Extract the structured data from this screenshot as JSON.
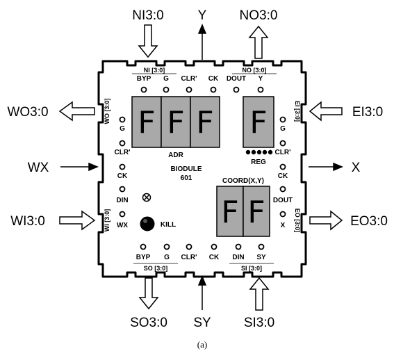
{
  "colors": {
    "ink": "#000000",
    "board": "#ffffff",
    "display": "#a9a9a9"
  },
  "signals": {
    "ni": "NI3:0",
    "y": "Y",
    "no": "NO3:0",
    "wo": "WO3:0",
    "ei": "EI3:0",
    "wx": "WX",
    "x": "X",
    "wi": "WI3:0",
    "eo": "EO3:0",
    "so": "SO3:0",
    "sy": "SY",
    "si": "SI3:0"
  },
  "board": {
    "name_line1": "BIODULE",
    "name_line2": "601",
    "adr_label": "ADR",
    "reg_label": "REG",
    "coord_label": "COORD(X,Y)",
    "kill_label": "KILL",
    "adr_digits": [
      "F",
      "F",
      "F"
    ],
    "reg_digit": "F",
    "coord_digits": [
      "F",
      "F"
    ],
    "ports": {
      "north": "NI [3:0]",
      "north2": "NO [3:0]",
      "south": "SO [3:0]",
      "south2": "SI [3:0]",
      "west_top": "WO [3:0]",
      "west_bottom": "WI [3:0]",
      "east_top": "EI [3:0]",
      "east_bottom": "EO [3:0]"
    },
    "top_pins": [
      "BYP",
      "G",
      "CLR'",
      "CK",
      "DOUT",
      "Y"
    ],
    "bottom_pins": [
      "BYP",
      "G",
      "CLR'",
      "CK",
      "DIN",
      "SY"
    ],
    "left_pins": [
      "G",
      "CLR'",
      "CK",
      "DIN",
      "WX"
    ],
    "right_pins": [
      "G",
      "CLR'",
      "CK",
      "DOUT",
      "X"
    ]
  },
  "caption": "(a)"
}
